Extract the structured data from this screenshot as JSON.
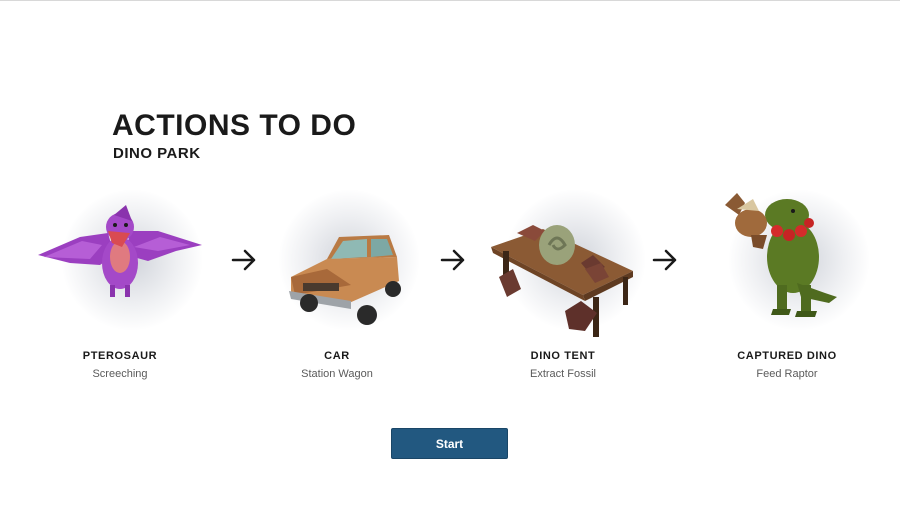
{
  "header": {
    "title": "ACTIONS TO DO",
    "subtitle": "DINO PARK"
  },
  "steps": [
    {
      "label": "PTEROSAUR",
      "description": "Screeching",
      "icon": "pterosaur-icon"
    },
    {
      "label": "CAR",
      "description": "Station Wagon",
      "icon": "car-icon"
    },
    {
      "label": "DINO TENT",
      "description": "Extract Fossil",
      "icon": "dino-tent-icon"
    },
    {
      "label": "CAPTURED DINO",
      "description": "Feed Raptor",
      "icon": "captured-dino-icon"
    }
  ],
  "actions": {
    "start_label": "Start"
  },
  "colors": {
    "button": "#225880",
    "pterosaur": "#a64ac9",
    "car": "#c98a52",
    "table": "#8b5a34",
    "dino": "#5b7a24"
  }
}
